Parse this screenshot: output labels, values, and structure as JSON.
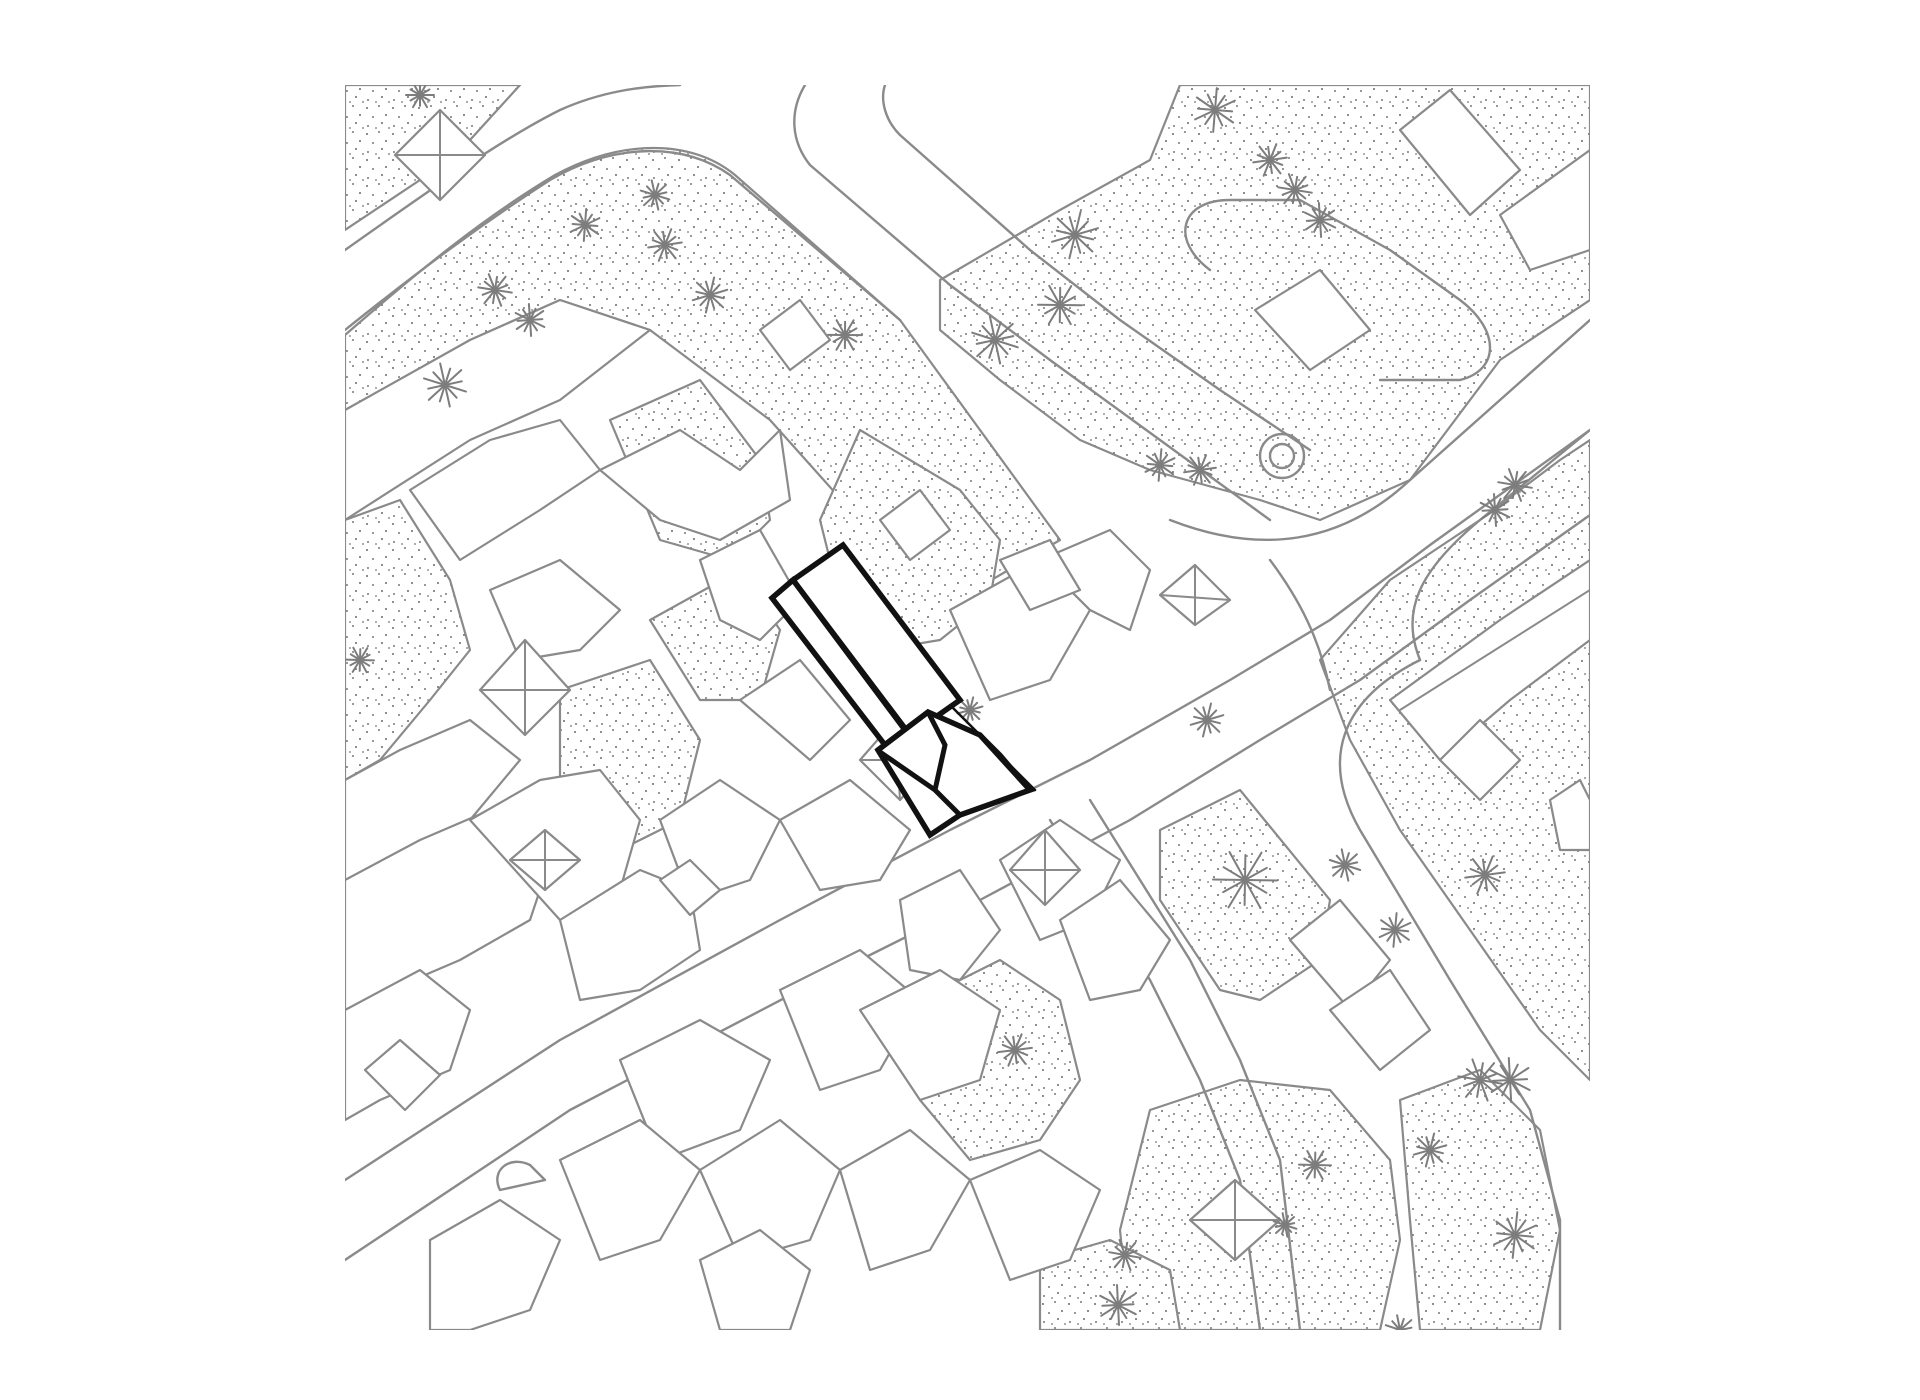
{
  "map": {
    "type": "site-plan",
    "style": "black-and-white figure-ground",
    "colors": {
      "background": "#ffffff",
      "outline": "#8a8a8a",
      "stipple": "#6f6f6f",
      "highlight": "#111111"
    },
    "highlighted_feature": "subject-building",
    "legend": "none",
    "labels": []
  }
}
